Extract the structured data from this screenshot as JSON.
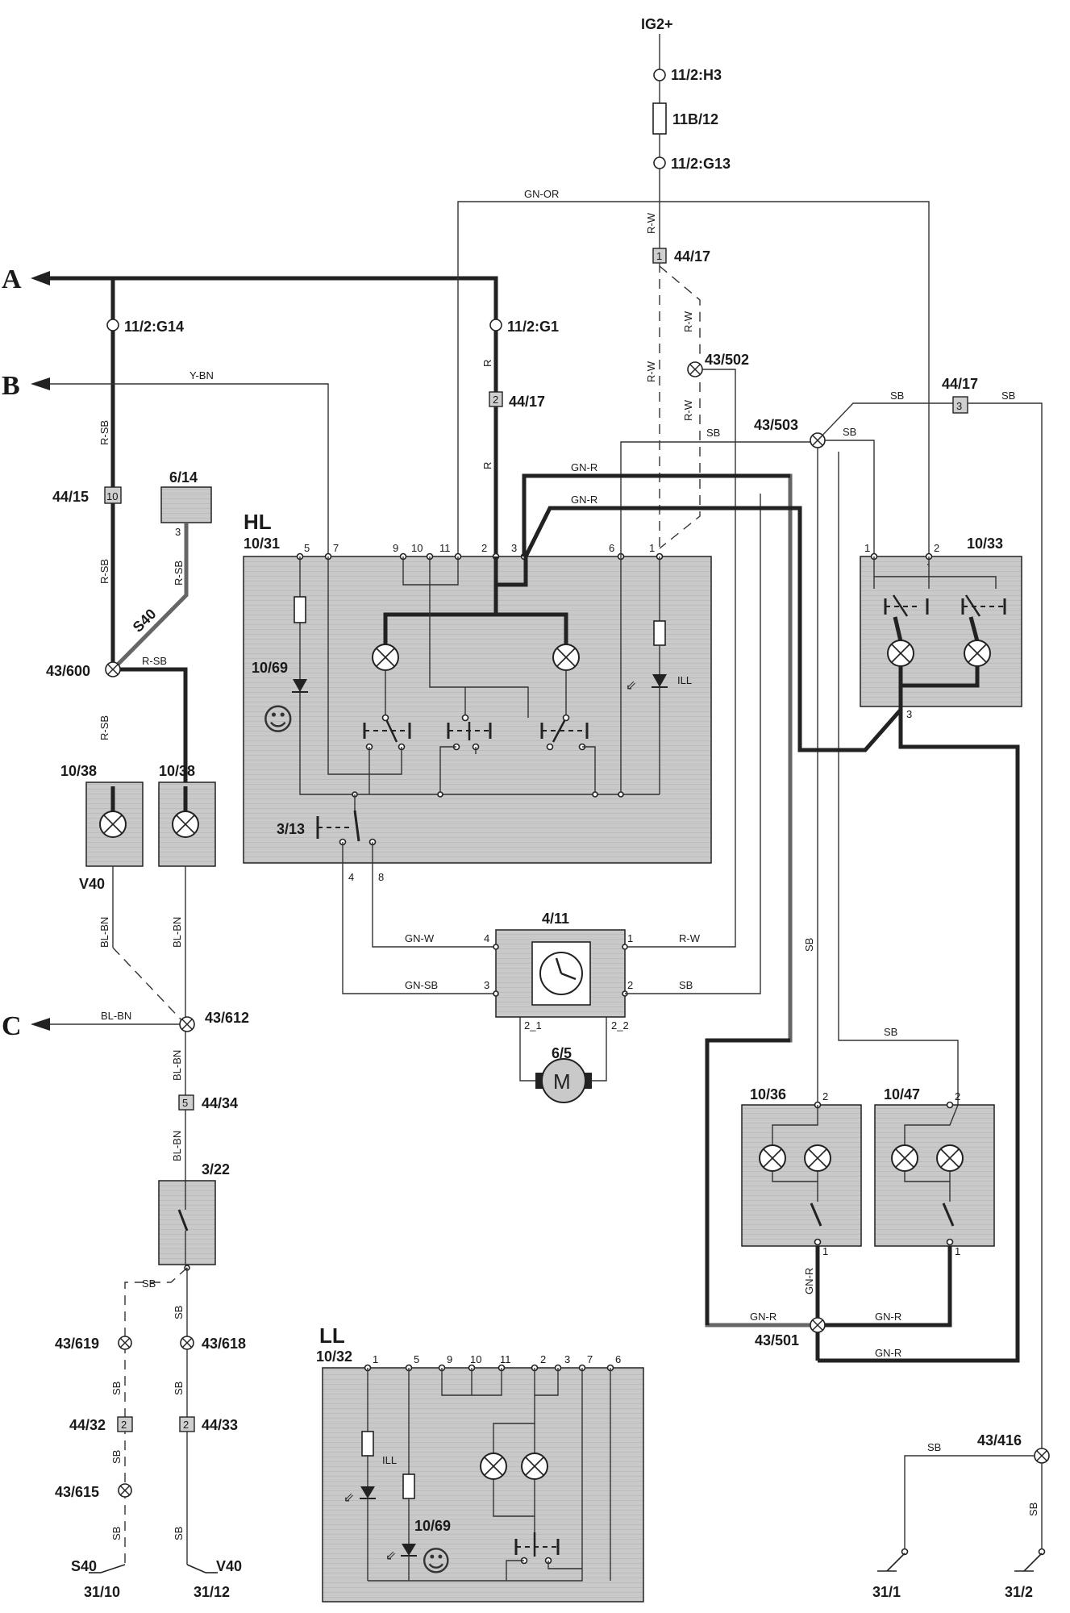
{
  "supply": {
    "label": "IG2+",
    "connector_top": "11/2:H3",
    "fuse": "11B/12",
    "connector_bottom": "11/2:G13"
  },
  "outputs": [
    "A",
    "B",
    "C"
  ],
  "modules": {
    "hl": {
      "title": "HL",
      "id": "10/31",
      "pins": [
        "5",
        "7",
        "9",
        "10",
        "11",
        "2",
        "3",
        "6",
        "1"
      ],
      "led": "10/69",
      "ill": "ILL",
      "switch": "3/13",
      "pins_bottom": [
        "4",
        "8"
      ]
    },
    "ll": {
      "title": "LL",
      "id": "10/32",
      "pins": [
        "1",
        "5",
        "9",
        "10",
        "11",
        "2",
        "3",
        "7",
        "6"
      ],
      "ill": "ILL",
      "led": "10/69"
    },
    "m1033": {
      "id": "10/33",
      "pins": [
        "1",
        "2",
        "3"
      ]
    },
    "m1036": {
      "id": "10/36",
      "pins": [
        "2",
        "1"
      ]
    },
    "m1047": {
      "id": "10/47",
      "pins": [
        "2",
        "1"
      ]
    },
    "m411": {
      "id": "4/11",
      "pins": [
        "4",
        "1",
        "3",
        "2",
        "2_1",
        "2_2"
      ]
    },
    "motor": {
      "id": "6/5",
      "symbol": "M"
    },
    "m614": {
      "id": "6/14",
      "pin": "3"
    },
    "lamp_l": {
      "id": "10/38",
      "note": "V40"
    },
    "lamp_r": {
      "id": "10/38"
    },
    "switch322": {
      "id": "3/22"
    }
  },
  "connectors": {
    "c11g14": "11/2:G14",
    "c11g1": "11/2:G1",
    "c4417a": {
      "label": "44/17",
      "pin": "1"
    },
    "c4417b": {
      "label": "44/17",
      "pin": "2"
    },
    "c4417c": {
      "label": "44/17",
      "pin": "3"
    },
    "c4415": {
      "label": "44/15",
      "pin": "10"
    },
    "c4434": {
      "label": "44/34",
      "pin": "5"
    },
    "c4432": {
      "label": "44/32",
      "pin": "2"
    },
    "c4433": {
      "label": "44/33",
      "pin": "2"
    }
  },
  "splices": {
    "s43502": "43/502",
    "s43503": "43/503",
    "s43600": "43/600",
    "s43612": "43/612",
    "s43619": "43/619",
    "s43618": "43/618",
    "s43615": "43/615",
    "s43501": "43/501",
    "s43416": "43/416"
  },
  "grounds": {
    "g3110": {
      "label": "31/10",
      "note": "S40"
    },
    "g3112": {
      "label": "31/12",
      "note": "V40"
    },
    "g311": {
      "label": "31/1"
    },
    "g312": {
      "label": "31/2"
    }
  },
  "wire_colors": {
    "gn_or": "GN-OR",
    "r_w": "R-W",
    "y_bn": "Y-BN",
    "r": "R",
    "r_sb": "R-SB",
    "s40": "S40",
    "sb": "SB",
    "gn_r": "GN-R",
    "gn_w": "GN-W",
    "gn_sb": "GN-SB",
    "bl_bn": "BL-BN"
  }
}
